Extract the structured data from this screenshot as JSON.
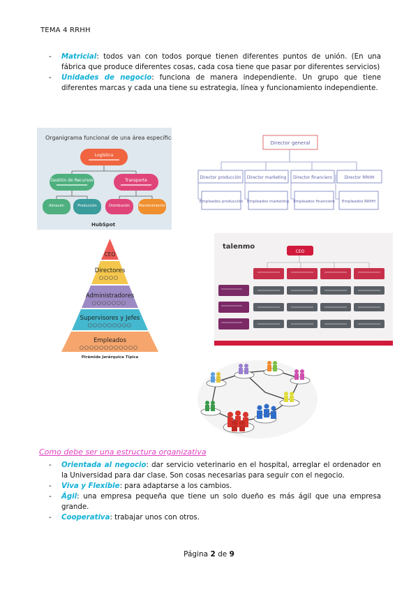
{
  "header": {
    "title": "TEMA 4 RRHH"
  },
  "list1": [
    {
      "term": "Matricial",
      "sep": ": ",
      "text": "todos van con todos porque tienen diferentes puntos de unión. (En una fábrica que produce diferentes cosas, cada cosa tiene que pasar por diferentes servicios)"
    },
    {
      "term": "Unidades de negocio",
      "sep": ": ",
      "text": "funciona de manera independiente. Un grupo que tiene diferentes marcas y cada una tiene su estrategia, línea y funcionamiento independiente."
    }
  ],
  "fig1": {
    "title": "Organigrama funcional de una área específica",
    "top": "Logística",
    "mid_left": "Gestión de Recursos",
    "mid_right": "Transporte",
    "b1": "Almacén",
    "b2": "Producción",
    "b3": "Distribución",
    "b4": "Mantenimiento",
    "brand": "HubSpot",
    "colors": {
      "bg": "#dfe8ee",
      "orange": "#f0643f",
      "green": "#4fb07f",
      "pink": "#e0457a",
      "teal": "#3b9c9c",
      "amber": "#ef8f2e"
    }
  },
  "fig2": {
    "top": "Director general",
    "directors": [
      "Director producción",
      "Director marketing",
      "Director financiero",
      "Director RRHH"
    ],
    "employees": [
      "Empleados producción",
      "Empleados marketing",
      "Empleados financiero",
      "Empleados RRHH"
    ],
    "colors": {
      "top_border": "#e06c6c",
      "box_border": "#8a93c9",
      "text": "#6060a8"
    }
  },
  "fig3": {
    "levels": [
      "CEO",
      "Directores",
      "Administradores",
      "Supervisores y Jefes",
      "Empleados"
    ],
    "caption": "Pirámide Jerárquica Típica",
    "colors": [
      "#ef5a55",
      "#f4c64c",
      "#9c8ac4",
      "#44b8cf",
      "#f6a56c"
    ]
  },
  "fig4": {
    "brand": "talenmo",
    "top": "CEO",
    "colors": {
      "top": "#d11a3c",
      "dept": "#c7304a",
      "project": "#7b2a66",
      "team": "#5a5f66"
    }
  },
  "section2": {
    "title": "Como debe ser una estructura organizativa"
  },
  "list2": [
    {
      "term": "Orientada al negocio",
      "sep": ": ",
      "text": "dar servicio veterinario en el hospital, arreglar el ordenador en la Universidad para dar clase. Son cosas necesarias para seguir con el negocio."
    },
    {
      "term": "Viva y Flexible",
      "sep": ": ",
      "text": "para adaptarse a los cambios."
    },
    {
      "term": "Ágil",
      "sep": ": ",
      "text": "una empresa pequeña que tiene un solo dueño es más ágil que una empresa grande."
    },
    {
      "term": "Cooperativa",
      "sep": ": ",
      "text": "trabajar unos con otros."
    }
  ],
  "footer": {
    "prefix": "Página ",
    "current": "2",
    "mid": " de ",
    "total": "9"
  }
}
